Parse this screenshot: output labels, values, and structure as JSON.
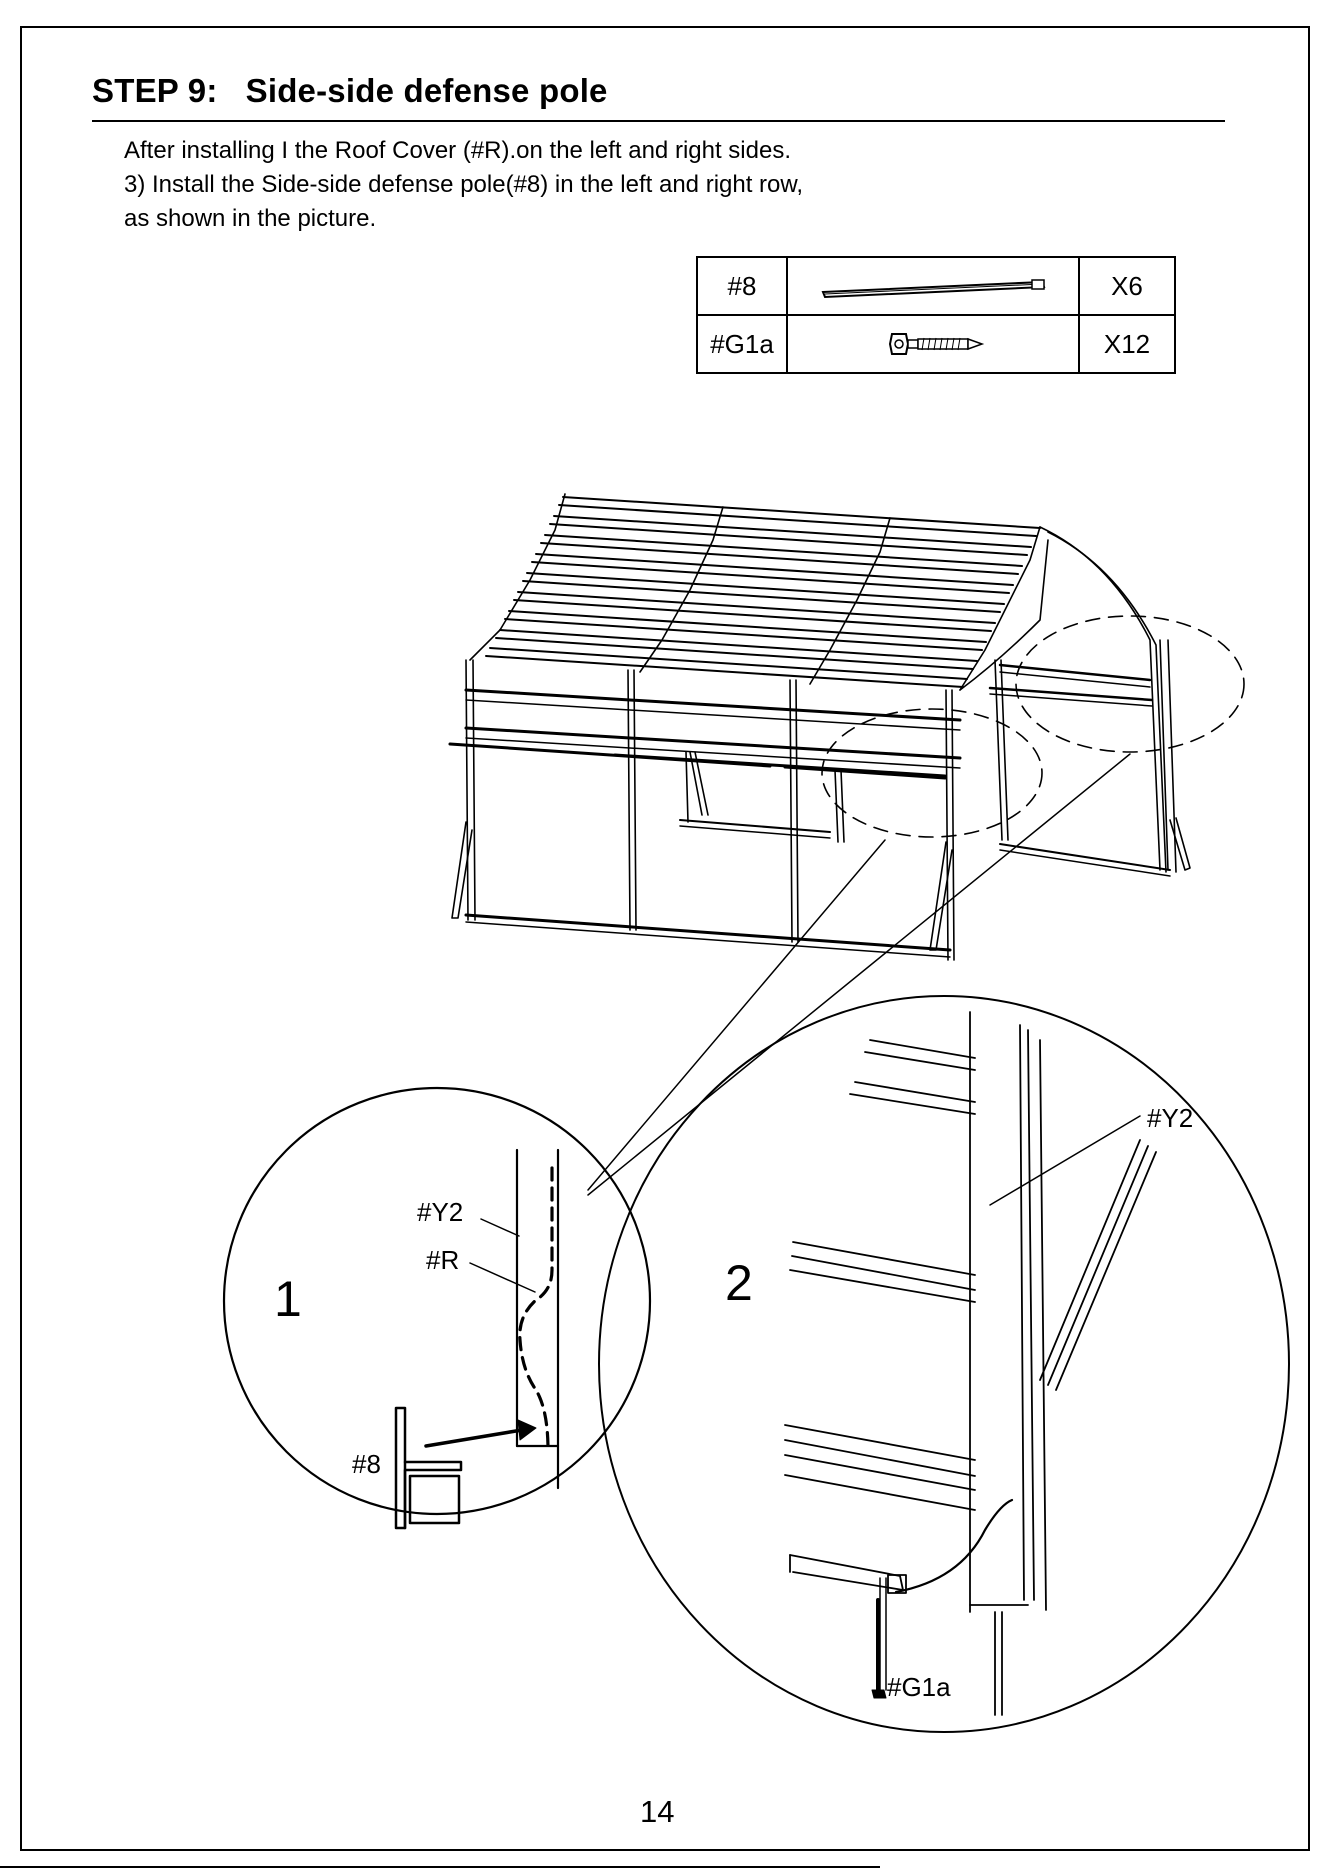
{
  "step": {
    "title": "STEP 9:   Side-side defense pole"
  },
  "instructions": [
    "After installing I the Roof Cover (#R).on the left and right sides.",
    "3) Install the Side-side defense pole(#8) in the left and right row,",
    "as shown in the picture."
  ],
  "parts": [
    {
      "id": "#8",
      "icon": "pole-icon",
      "qty": "X6"
    },
    {
      "id": "#G1a",
      "icon": "screw-icon",
      "qty": "X12"
    }
  ],
  "detail1": {
    "number": "1",
    "labels": {
      "y2": "#Y2",
      "r": "#R",
      "p8": "#8"
    }
  },
  "detail2": {
    "number": "2",
    "labels": {
      "y2": "#Y2",
      "g1a": "#G1a"
    }
  },
  "page_number": "14"
}
